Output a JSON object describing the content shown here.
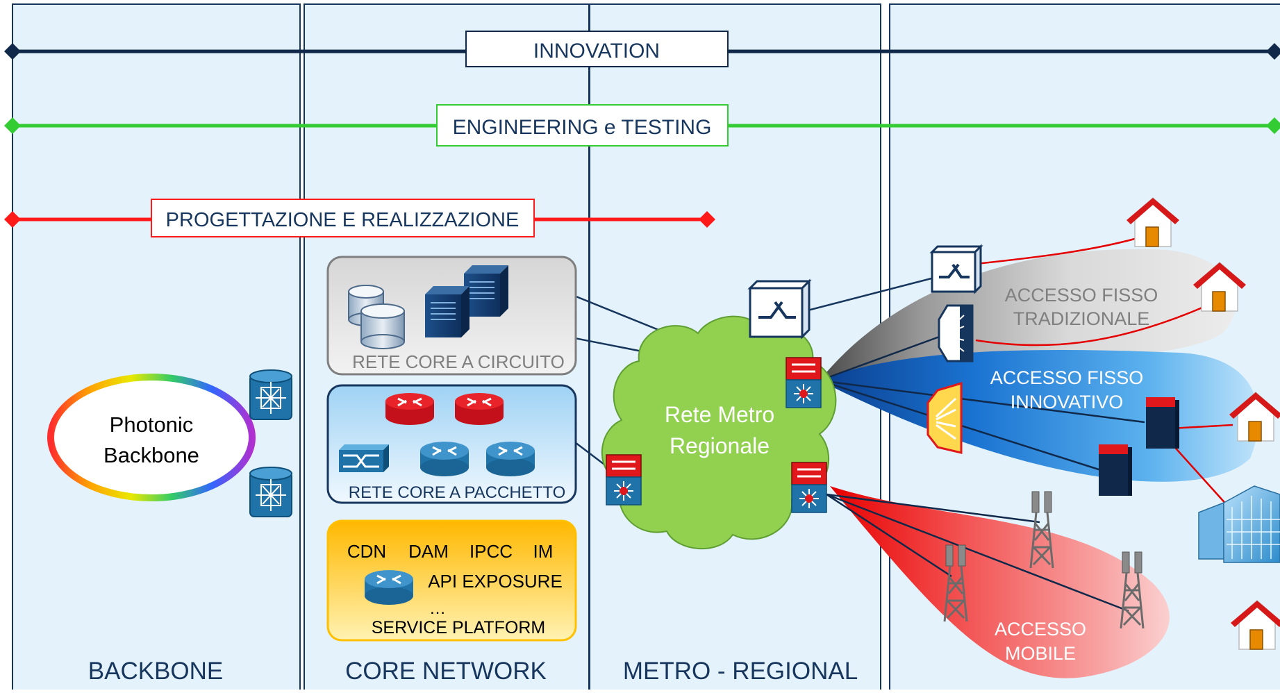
{
  "bands": {
    "innovation": {
      "label": "INNOVATION",
      "color": "#10294a"
    },
    "engineering": {
      "label": "ENGINEERING e TESTING",
      "color": "#33cc33"
    },
    "progettazione": {
      "label": "PROGETTAZIONE E REALIZZAZIONE",
      "color": "#ff1a1a"
    }
  },
  "columns": {
    "backbone": "BACKBONE",
    "core": "CORE NETWORK",
    "metro": "METRO - REGIONAL"
  },
  "backbone": {
    "line1": "Photonic",
    "line2": "Backbone"
  },
  "core": {
    "circuit_label": "RETE CORE A CIRCUITO",
    "packet_label": "RETE CORE A PACCHETTO",
    "platform": {
      "items": [
        "CDN",
        "DAM",
        "IPCC",
        "IM"
      ],
      "api": "API EXPOSURE",
      "ellipsis": "…",
      "label": "SERVICE PLATFORM"
    }
  },
  "metro": {
    "line1": "Rete Metro",
    "line2": "Regionale"
  },
  "access": {
    "fixed_traditional": {
      "line1": "ACCESSO FISSO",
      "line2": "TRADIZIONALE"
    },
    "fixed_innovative": {
      "line1": "ACCESSO FISSO",
      "line2": "INNOVATIVO"
    },
    "mobile": {
      "line1": "ACCESSO",
      "line2": "MOBILE"
    }
  },
  "colors": {
    "column_bg": "#e4f2fb",
    "column_border": "#17365d",
    "router_blue": "#1f73a8",
    "router_red": "#e0181c",
    "cloud_green": "#92d050",
    "platform_yellow": "#ffc000"
  },
  "icons": [
    "router-icon",
    "server-icon",
    "database-icon",
    "optical-switch-icon",
    "multilayer-switch-icon",
    "house-icon",
    "office-building-icon",
    "cell-tower-icon"
  ]
}
